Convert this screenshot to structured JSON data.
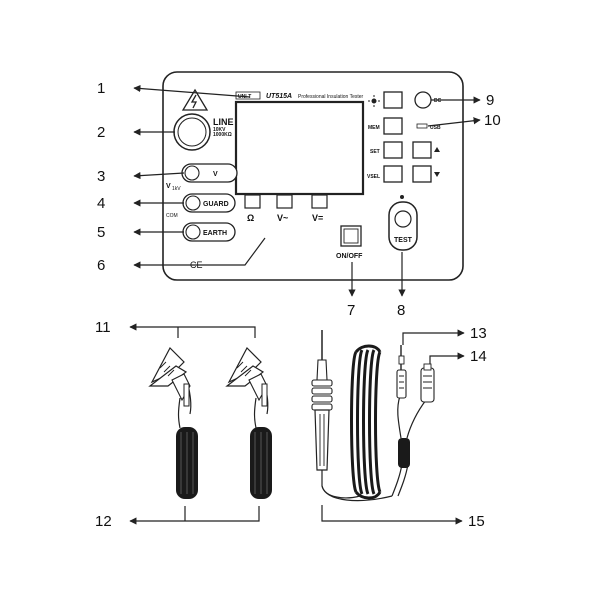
{
  "meter": {
    "brand": "UNI-T",
    "model": "UT515A",
    "subtitle": "Professional Insulation Tester",
    "line_label": "LINE",
    "line_rating_1": "10KV",
    "line_rating_2": "1000KΩ",
    "v_button": "V",
    "v_rating": "V",
    "v_rating_sub": "1kV",
    "com_label": "COM",
    "guard_button": "GUARD",
    "earth_button": "EARTH",
    "ce_mark": "CE",
    "mode_labels": [
      "Ω",
      "V~",
      "V="
    ],
    "dc_label": "DC",
    "usb_label": "USB",
    "mem_label": "MEM",
    "set_label": "SET",
    "vsel_label": "VSEL",
    "onoff_label": "ON/OFF",
    "test_label": "TEST"
  },
  "callouts": [
    "1",
    "2",
    "3",
    "4",
    "5",
    "6",
    "7",
    "8",
    "9",
    "10",
    "11",
    "12",
    "13",
    "14",
    "15"
  ],
  "icons": {
    "warning": "high-voltage-triangle-icon",
    "backlight": "backlight-sun-icon",
    "up": "up-arrow-icon",
    "down": "down-arrow-icon",
    "usb": "usb-port-icon"
  }
}
